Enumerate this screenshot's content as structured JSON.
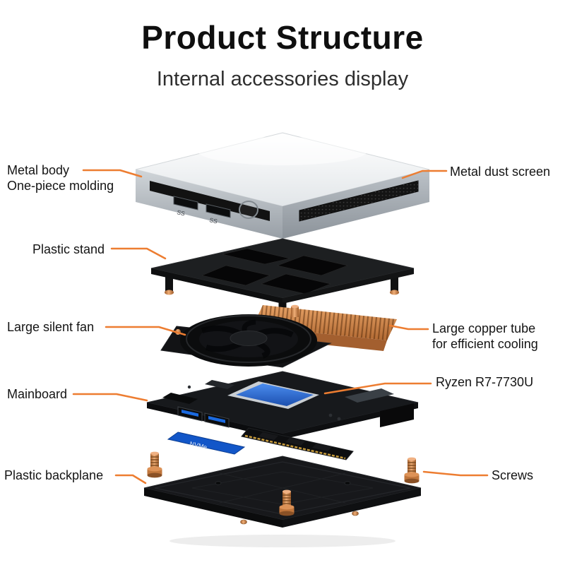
{
  "header": {
    "title": "Product Structure",
    "subtitle": "Internal accessories display"
  },
  "labels": {
    "metal_body": "Metal body\nOne-piece molding",
    "metal_dust_screen": "Metal dust screen",
    "plastic_stand": "Plastic stand",
    "large_silent_fan": "Large silent fan",
    "large_copper_tube": "Large copper tube\nfor efficient cooling",
    "mainboard": "Mainboard",
    "cpu": "Ryzen R7-7730U",
    "plastic_backplane": "Plastic backplane",
    "screws": "Screws"
  },
  "component_marks": {
    "ssd_print": "NVMe",
    "usb_ports": [
      "SS",
      "SS"
    ]
  },
  "colors": {
    "accent_orange": "#ED7D31",
    "copper": "#C97B44",
    "cpu_blue": "#2F6FD6",
    "metal_silver": "#B9BFC5"
  }
}
